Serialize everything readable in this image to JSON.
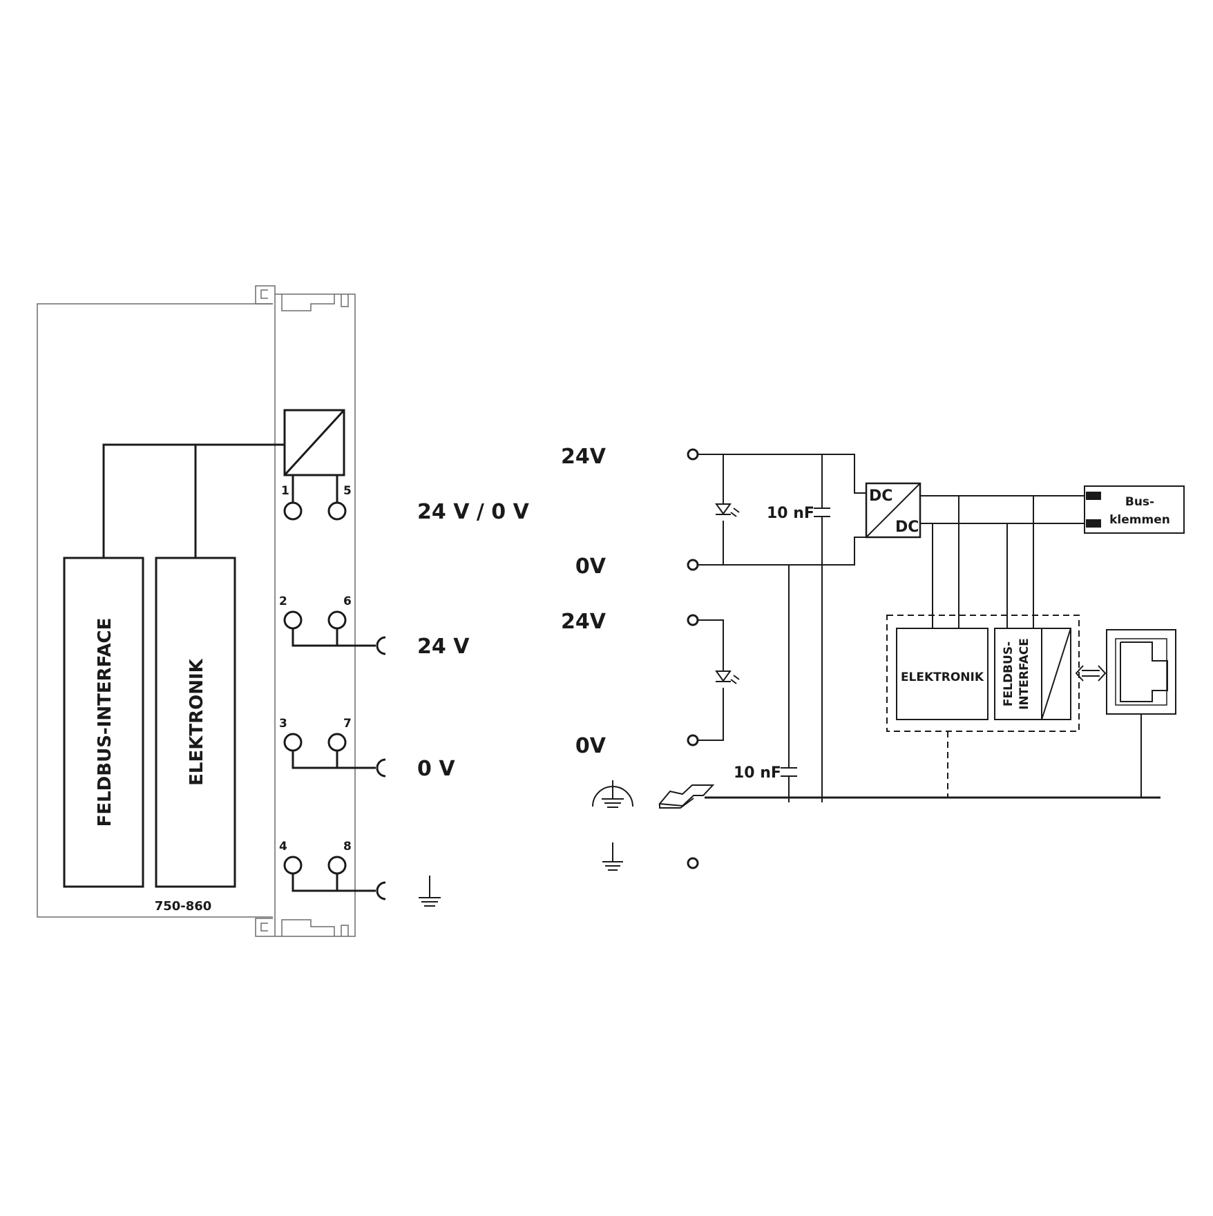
{
  "module": {
    "model": "750-860",
    "block_feldbus": "FELDBUS-INTERFACE",
    "block_elektronik": "ELEKTRONIK",
    "terminals": [
      "1",
      "5",
      "2",
      "6",
      "3",
      "7",
      "4",
      "8"
    ],
    "labels": {
      "row1": "24 V / 0 V",
      "row2": "24 V",
      "row3": "0 V"
    },
    "row4_symbol": "ground-icon"
  },
  "schematic": {
    "v24_top": "24V",
    "v0_top": "0V",
    "v24_bot": "24V",
    "v0_bot": "0V",
    "cap_top": "10 nF",
    "cap_bot": "10 nF",
    "dc_in": "DC",
    "dc_out": "DC",
    "bus_line1": "Bus-",
    "bus_line2": "klemmen",
    "elektronik": "ELEKTRONIK",
    "feldbus_line1": "FELDBUS-",
    "feldbus_line2": "INTERFACE",
    "symbols": [
      "led-icon",
      "capacitor-icon",
      "dc-dc-converter-icon",
      "protective-earth-icon",
      "din-rail-icon",
      "ground-icon",
      "connector-icon",
      "bidirectional-arrow-icon"
    ]
  }
}
